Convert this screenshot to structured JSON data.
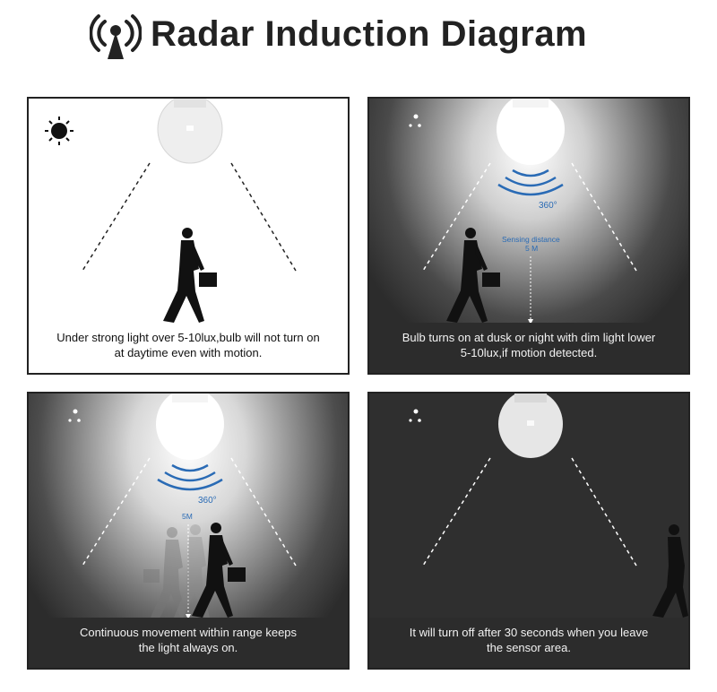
{
  "title": "Radar Induction Diagram",
  "icons": {
    "title": "radar-antenna-icon",
    "panel1": "sun-icon",
    "panel2": "moon-stars-icon",
    "panel3": "moon-stars-icon",
    "panel4": "moon-stars-icon"
  },
  "colors": {
    "label_blue": "#2a6bb5",
    "dark_bg": "#2c2c2c",
    "title_text": "#222222"
  },
  "panels": [
    {
      "caption_line1": "Under strong light over 5-10lux,bulb will not turn on",
      "caption_line2": "at daytime even with motion."
    },
    {
      "angle_label": "360°",
      "distance_label_line1": "Sensing distance",
      "distance_label_line2": "5 M",
      "caption_line1": "Bulb turns on at dusk or night with dim light lower",
      "caption_line2": "5-10lux,if motion detected."
    },
    {
      "angle_label": "360°",
      "distance_label": "5M",
      "caption_line1": "Continuous movement within range keeps",
      "caption_line2": "the light always on."
    },
    {
      "caption_line1": "It will turn off after 30 seconds when you leave",
      "caption_line2": "the sensor area."
    }
  ]
}
